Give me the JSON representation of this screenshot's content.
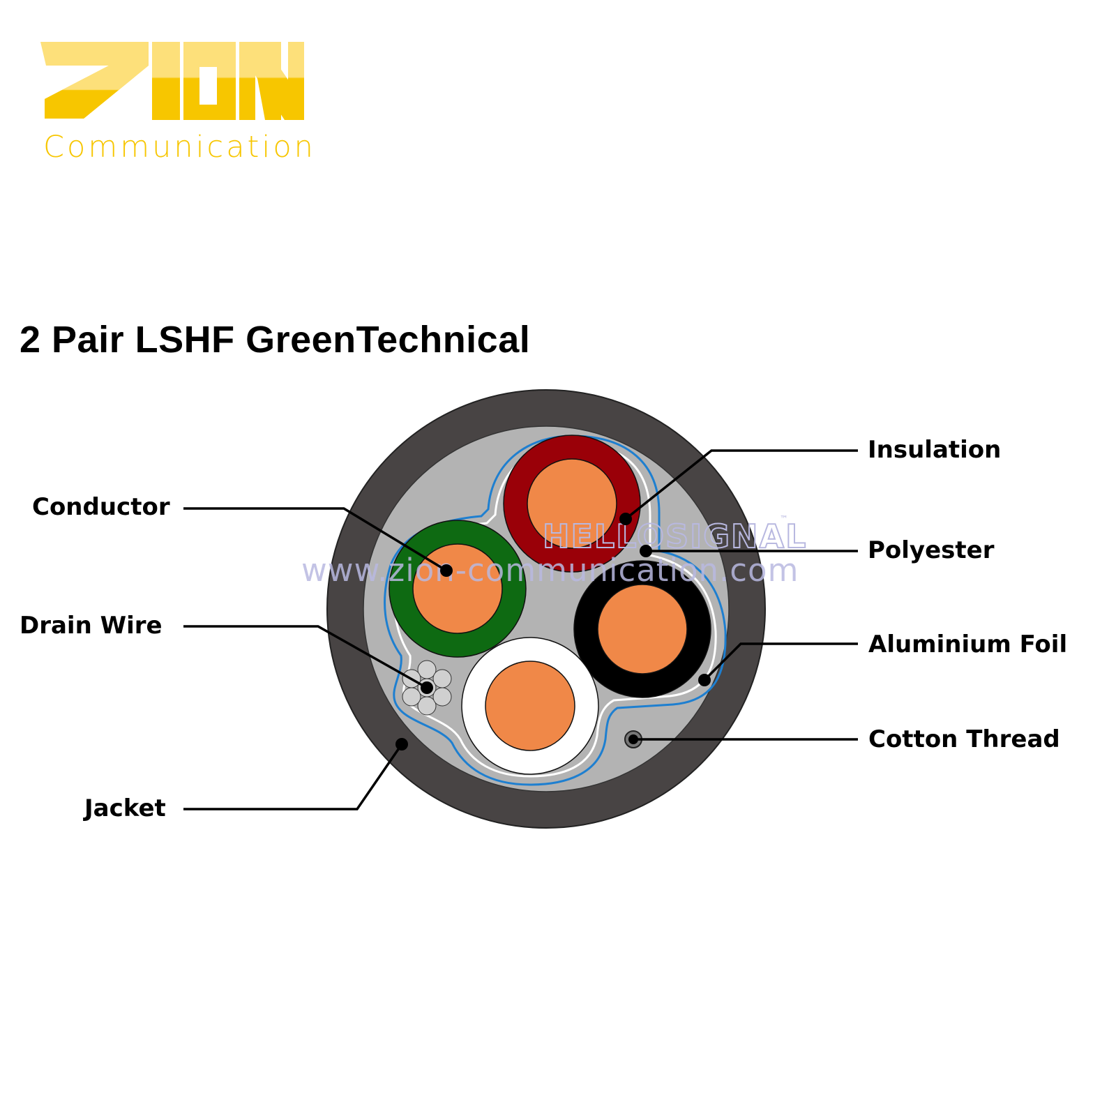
{
  "brand": {
    "logo_text": "ZION",
    "subtitle": "Communication",
    "color_light": "#fde07a",
    "color_dark": "#f7c600"
  },
  "title": "2 Pair LSHF GreenTechnical",
  "watermarks": {
    "brand_mark": "HELLOSIGNAL",
    "trademark": "™",
    "url": "www.zion-communication.com",
    "color": "#b8b8e0"
  },
  "cable": {
    "colors": {
      "jacket": "#484444",
      "filler": "#b3b3b3",
      "foil": "#1e7fd0",
      "polyester": "#ffffff",
      "conductor": "#f08848",
      "insulation_red": "#9a0008",
      "insulation_green": "#0e6a12",
      "insulation_black": "#000000",
      "insulation_white": "#ffffff",
      "drain_strand": "#d0d0d0"
    },
    "cores": [
      {
        "name": "red-core",
        "insulation": "#9a0008"
      },
      {
        "name": "green-core",
        "insulation": "#0e6a12"
      },
      {
        "name": "black-core",
        "insulation": "#000000"
      },
      {
        "name": "white-core",
        "insulation": "#ffffff"
      }
    ]
  },
  "labels": {
    "left": [
      {
        "id": "conductor",
        "text": "Conductor"
      },
      {
        "id": "drain_wire",
        "text": "Drain Wire"
      },
      {
        "id": "jacket",
        "text": "Jacket"
      }
    ],
    "right": [
      {
        "id": "insulation",
        "text": "Insulation"
      },
      {
        "id": "polyester",
        "text": "Polyester"
      },
      {
        "id": "aluminium_foil",
        "text": "Aluminium Foil"
      },
      {
        "id": "cotton_thread",
        "text": "Cotton Thread"
      }
    ]
  }
}
